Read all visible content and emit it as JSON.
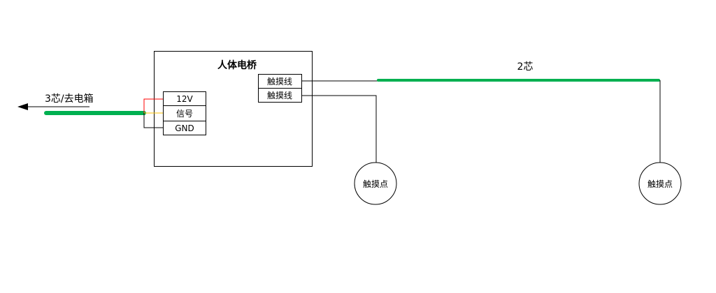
{
  "bridge": {
    "title": "人体电桥",
    "terminals": [
      "12V",
      "信号",
      "GND"
    ],
    "touch_terminals": [
      "触摸线",
      "触摸线"
    ]
  },
  "cable_left": {
    "label": "3芯/去电箱"
  },
  "cable_right": {
    "label": "2芯"
  },
  "touch_points": [
    "触摸点",
    "触摸点"
  ],
  "colors": {
    "cable": "#00b050",
    "wire_12v": "#ff0000",
    "wire_signal": "#ffc000",
    "wire": "#000000"
  }
}
